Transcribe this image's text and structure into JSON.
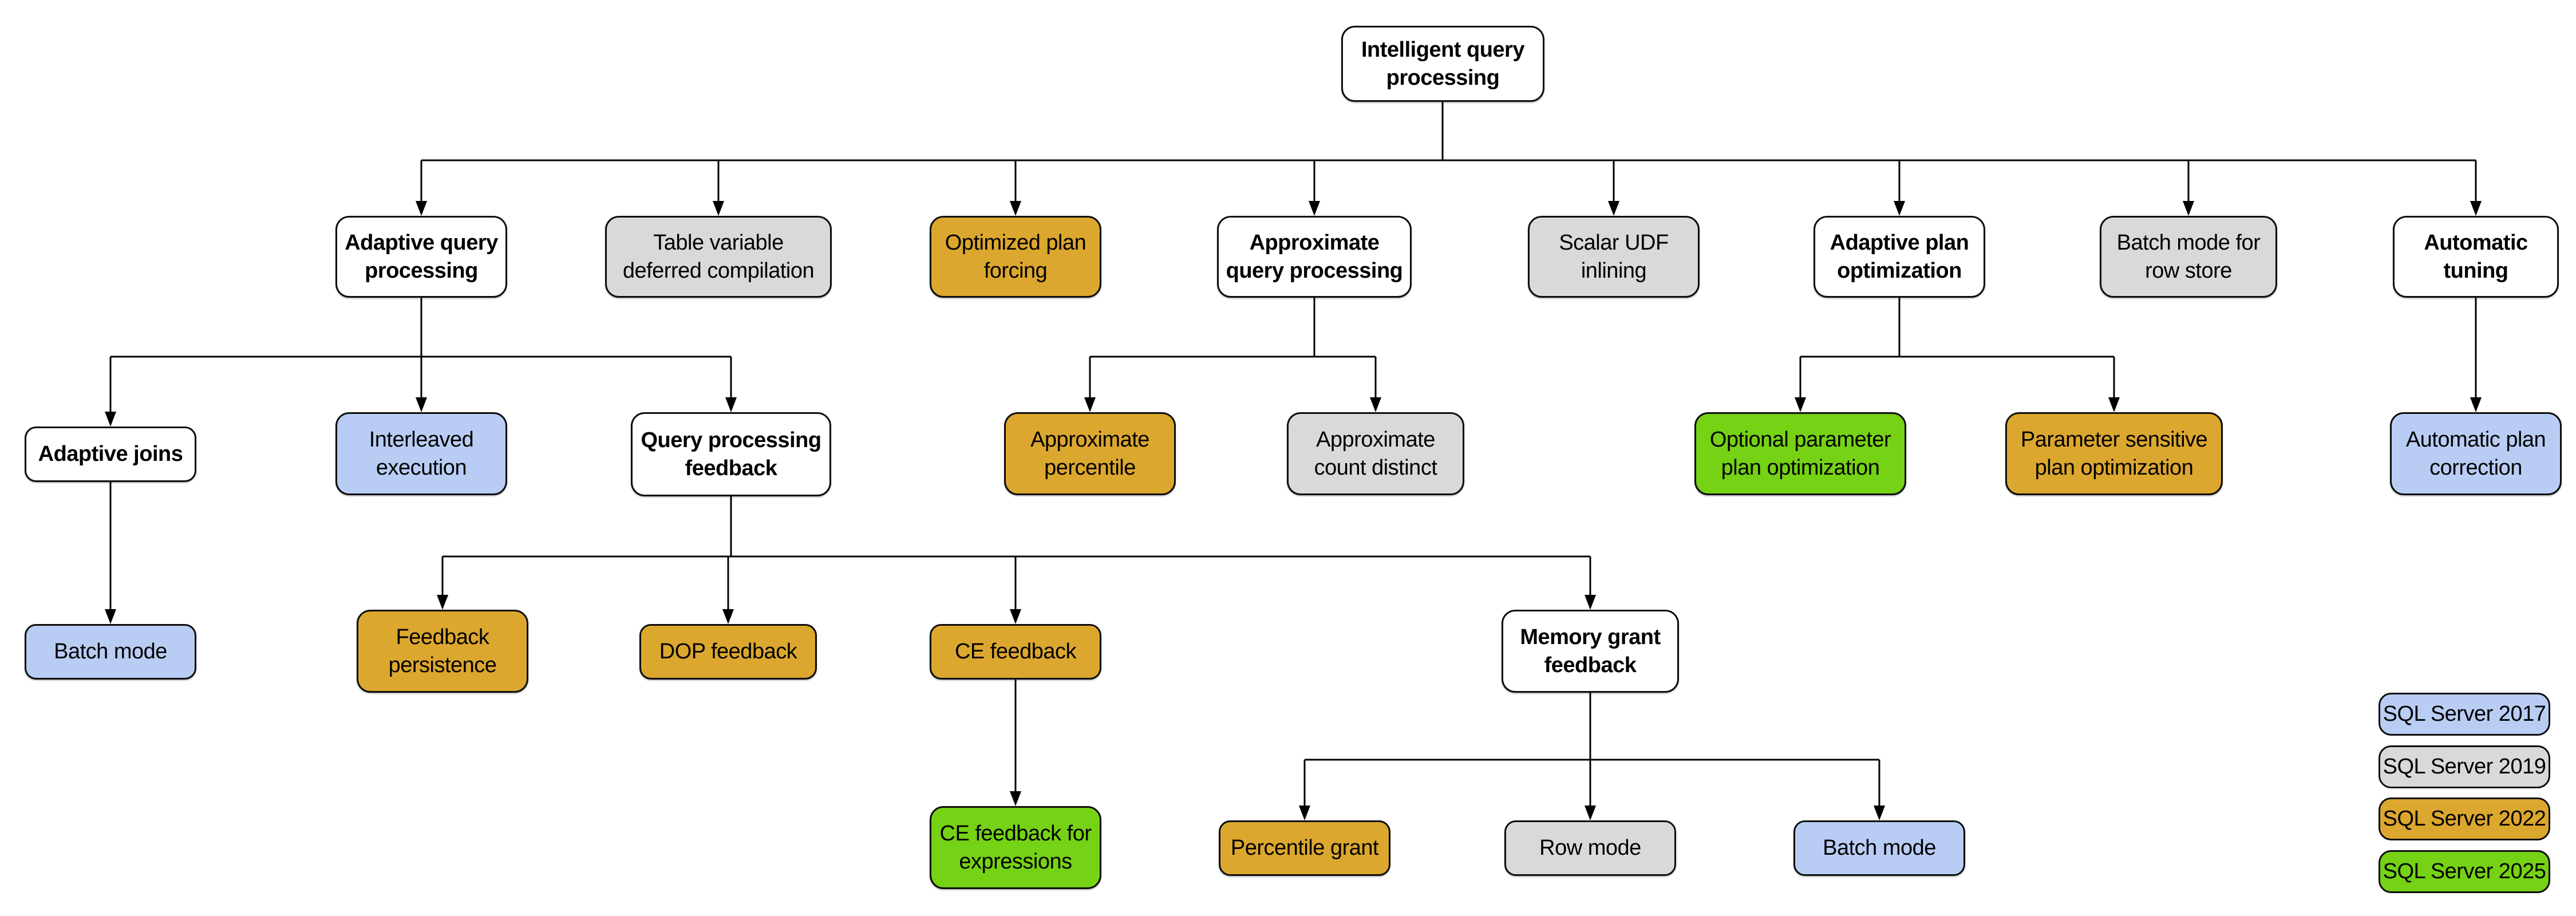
{
  "diagram": {
    "title": "Intelligent query processing feature family tree",
    "colors": {
      "sql_2017": "#b9cdf4",
      "sql_2019": "#d9d9d9",
      "sql_2022": "#dca72e",
      "sql_2025": "#76d214",
      "unversioned": "#ffffff"
    },
    "nodes": {
      "root": {
        "label": "Intelligent query\nprocessing",
        "version": null
      },
      "adaptive_query_processing": {
        "label": "Adaptive query\nprocessing",
        "version": null
      },
      "table_variable_deferred_compilation": {
        "label": "Table variable\ndeferred compilation",
        "version": "SQL Server 2019"
      },
      "optimized_plan_forcing": {
        "label": "Optimized plan\nforcing",
        "version": "SQL Server 2022"
      },
      "approximate_query_processing": {
        "label": "Approximate\nquery processing",
        "version": null
      },
      "scalar_udf_inlining": {
        "label": "Scalar UDF\ninlining",
        "version": "SQL Server 2019"
      },
      "adaptive_plan_optimization": {
        "label": "Adaptive plan\noptimization",
        "version": null
      },
      "batch_mode_for_row_store": {
        "label": "Batch mode for\nrow store",
        "version": "SQL Server 2019"
      },
      "automatic_tuning": {
        "label": "Automatic\ntuning",
        "version": null
      },
      "adaptive_joins": {
        "label": "Adaptive joins",
        "version": null
      },
      "interleaved_execution": {
        "label": "Interleaved\nexecution",
        "version": "SQL Server 2017"
      },
      "query_processing_feedback": {
        "label": "Query processing\nfeedback",
        "version": null
      },
      "approximate_percentile": {
        "label": "Approximate\npercentile",
        "version": "SQL Server 2022"
      },
      "approximate_count_distinct": {
        "label": "Approximate\ncount distinct",
        "version": "SQL Server 2019"
      },
      "optional_parameter_plan_optimization": {
        "label": "Optional parameter\nplan optimization",
        "version": "SQL Server 2025"
      },
      "parameter_sensitive_plan_optimization": {
        "label": "Parameter sensitive\nplan optimization",
        "version": "SQL Server 2022"
      },
      "automatic_plan_correction": {
        "label": "Automatic plan\ncorrection",
        "version": "SQL Server 2017"
      },
      "batch_mode_adaptive_joins": {
        "label": "Batch mode",
        "version": "SQL Server 2017"
      },
      "feedback_persistence": {
        "label": "Feedback\npersistence",
        "version": "SQL Server 2022"
      },
      "dop_feedback": {
        "label": "DOP feedback",
        "version": "SQL Server 2022"
      },
      "ce_feedback": {
        "label": "CE feedback",
        "version": "SQL Server 2022"
      },
      "memory_grant_feedback": {
        "label": "Memory grant\nfeedback",
        "version": null
      },
      "ce_feedback_for_expressions": {
        "label": "CE feedback for\nexpressions",
        "version": "SQL Server 2025"
      },
      "percentile_grant": {
        "label": "Percentile grant",
        "version": "SQL Server 2022"
      },
      "row_mode": {
        "label": "Row mode",
        "version": "SQL Server 2019"
      },
      "batch_mode_memory_grant": {
        "label": "Batch mode",
        "version": "SQL Server 2017"
      }
    },
    "edges": [
      [
        "root",
        "adaptive_query_processing"
      ],
      [
        "root",
        "table_variable_deferred_compilation"
      ],
      [
        "root",
        "optimized_plan_forcing"
      ],
      [
        "root",
        "approximate_query_processing"
      ],
      [
        "root",
        "scalar_udf_inlining"
      ],
      [
        "root",
        "adaptive_plan_optimization"
      ],
      [
        "root",
        "batch_mode_for_row_store"
      ],
      [
        "root",
        "automatic_tuning"
      ],
      [
        "adaptive_query_processing",
        "adaptive_joins"
      ],
      [
        "adaptive_query_processing",
        "interleaved_execution"
      ],
      [
        "adaptive_query_processing",
        "query_processing_feedback"
      ],
      [
        "approximate_query_processing",
        "approximate_percentile"
      ],
      [
        "approximate_query_processing",
        "approximate_count_distinct"
      ],
      [
        "adaptive_plan_optimization",
        "optional_parameter_plan_optimization"
      ],
      [
        "adaptive_plan_optimization",
        "parameter_sensitive_plan_optimization"
      ],
      [
        "automatic_tuning",
        "automatic_plan_correction"
      ],
      [
        "adaptive_joins",
        "batch_mode_adaptive_joins"
      ],
      [
        "query_processing_feedback",
        "feedback_persistence"
      ],
      [
        "query_processing_feedback",
        "dop_feedback"
      ],
      [
        "query_processing_feedback",
        "ce_feedback"
      ],
      [
        "query_processing_feedback",
        "memory_grant_feedback"
      ],
      [
        "ce_feedback",
        "ce_feedback_for_expressions"
      ],
      [
        "memory_grant_feedback",
        "percentile_grant"
      ],
      [
        "memory_grant_feedback",
        "row_mode"
      ],
      [
        "memory_grant_feedback",
        "batch_mode_memory_grant"
      ]
    ],
    "legend": {
      "items": [
        {
          "label": "SQL Server 2017",
          "color": "#b9cdf4"
        },
        {
          "label": "SQL Server 2019",
          "color": "#d9d9d9"
        },
        {
          "label": "SQL Server 2022",
          "color": "#dca72e"
        },
        {
          "label": "SQL Server 2025",
          "color": "#76d214"
        }
      ]
    }
  }
}
